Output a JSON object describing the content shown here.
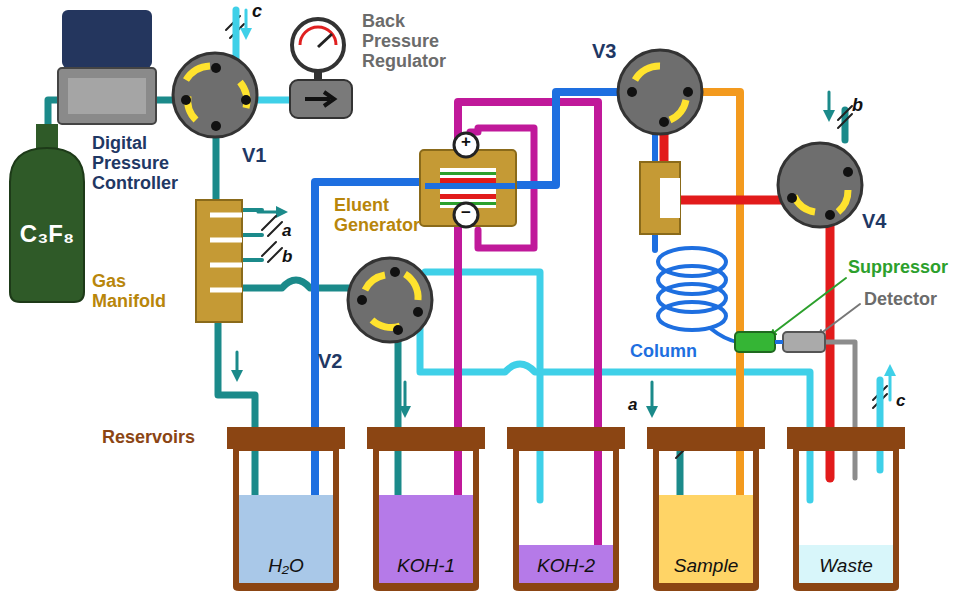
{
  "diagram": {
    "nodes": [
      {
        "text": [
          "C₃F₈"
        ]
      },
      {
        "text": [
          "H₂O"
        ]
      },
      {
        "text": [
          "KOH-1"
        ]
      },
      {
        "text": [
          "KOH-2"
        ]
      },
      {
        "text": [
          "Sample"
        ]
      },
      {
        "text": [
          "Waste"
        ]
      }
    ],
    "labels": [
      "c",
      "Back Pressure Regulator",
      "V1",
      "Digital Pressure Controller",
      "V3",
      "b",
      "V4",
      "Eluent Generator",
      "+",
      "−",
      "a",
      "b",
      "Gas Manifold",
      "Suppressor",
      "Detector",
      "V2",
      "Column",
      "Reservoirs",
      "a",
      "c"
    ]
  }
}
